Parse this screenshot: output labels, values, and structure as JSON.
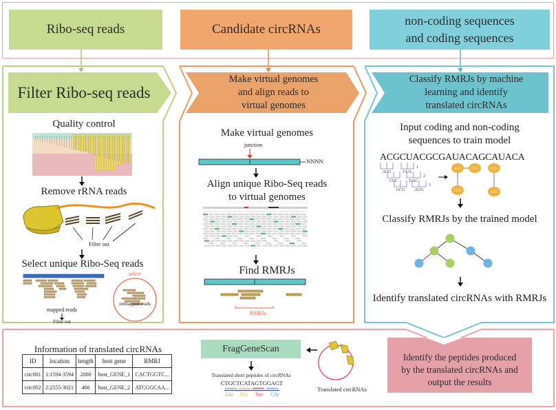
{
  "inputs": {
    "ribo_seq": "Ribo-seq reads",
    "candidate": "Candidate circRNAs",
    "sequences_line1": "non-coding sequences",
    "sequences_line2": "and coding sequences"
  },
  "panel1": {
    "header": "Filter Ribo-seq  reads",
    "quality_control": "Quality control",
    "remove_rrna": "Remove rRNA reads",
    "filter_out": "Filter out",
    "select_unique": "Select unique Ribo-Seq reads",
    "mapped_reads": "mapped reads",
    "filter_out_2": "Filter out",
    "select_label": "select",
    "unmapped_reads": "unmapped reads"
  },
  "panel2": {
    "header_line1": "Make virtual genomes",
    "header_line2": "and align reads to",
    "header_line3": "virtual genomes",
    "make_vg": "Make virtual genomes",
    "junction": "junction",
    "nnnn": "NNNN",
    "align_line1": "Align unique Ribo-Seq reads",
    "align_line2": "to virtual genomes",
    "find_rmrjs": "Find RMRJs",
    "rmrjs_label": "RMRJs"
  },
  "panel3": {
    "header_line1": "Classify RMRJs by machine",
    "header_line2": "learning and identify",
    "header_line3": "translated circRNAs",
    "input_line1": "Input coding and non-coding",
    "input_line2": "sequences to train model",
    "sequence": "ACGCUACGCGAUACAGCAUACA",
    "kmers": [
      "ACG",
      "CUA",
      "CGC",
      "UAC",
      "GCU",
      "ACG"
    ],
    "kmer_levels": [
      "1",
      "2",
      "3"
    ],
    "graph_nodes": [
      "ACG",
      "GCU",
      "CGC",
      "CUA",
      "UAC"
    ],
    "classify": "Classify RMRJs by the trained model",
    "identify": "Identify translated circRNAs with RMRJs"
  },
  "bottom": {
    "table_title": "Information of translated circRNAs",
    "table_headers": [
      "ID",
      "location",
      "length",
      "host gene",
      "RMRJ"
    ],
    "table_rows": [
      [
        "circ001",
        "1:1594-3594",
        "2000",
        "host_GENE_1",
        "CACTGGTC..."
      ],
      [
        "circ002",
        "2:2555-3021",
        "466",
        "host_GENE_2",
        "ATCGGCAA..."
      ]
    ],
    "fraggenescan": "FragGeneScan",
    "peptides_title": "Translated short peptides of circRNAs",
    "peptide_seq": "CTGCTCATAGTGGAGT",
    "amino_acids": [
      {
        "name": "Ala",
        "color": "#8cc152"
      },
      {
        "name": "His",
        "color": "#e8c547"
      },
      {
        "name": "Ser",
        "color": "#e0505a"
      },
      {
        "name": "Gly",
        "color": "#6ab0e0"
      }
    ],
    "translated_circrnas": "Translated  circRNAs",
    "output_line1": "Identify the peptides produced",
    "output_line2": "by the translated circRNAs and",
    "output_line3": "output the results"
  },
  "colors": {
    "green": "#c6db8f",
    "orange": "#f0a66d",
    "cyan": "#7fcfdc",
    "pink": "#e9a3a9",
    "teal_bar": "#5cc6c9",
    "read": "#c7a56a",
    "node_orange": "#f0b23c",
    "node_green": "#a8cf63",
    "node_blue": "#6cb4e4"
  }
}
